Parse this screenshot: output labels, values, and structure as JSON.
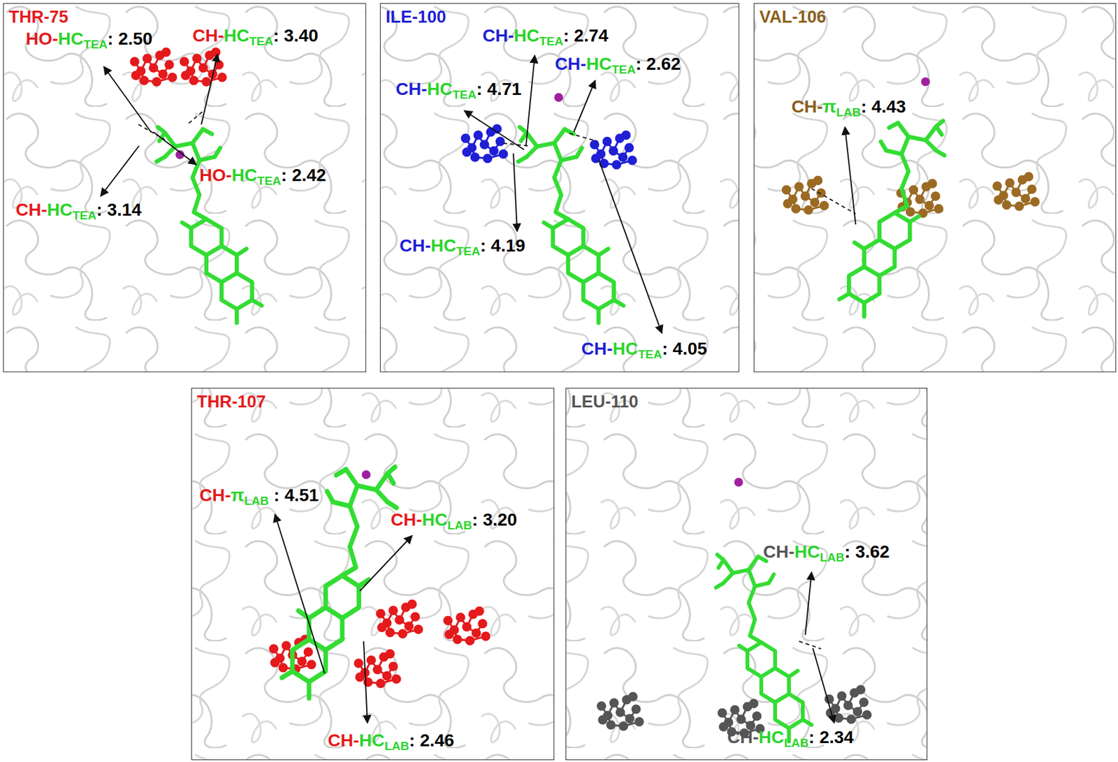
{
  "diagram": {
    "nodes": [
      {
        "text": [
          "THR-75"
        ]
      },
      {
        "text": [
          "ILE-100"
        ]
      },
      {
        "text": [
          "VAL-106"
        ]
      },
      {
        "text": [
          "THR-107"
        ]
      },
      {
        "text": [
          "LEU-110"
        ]
      }
    ],
    "labels": [
      "HO-HCTEA: 2.50",
      "CH-HCTEA: 3.40",
      "HO-HCTEA: 2.42",
      "CH-HCTEA: 3.14",
      "CH-HCTEA: 2.74",
      "CH-HCTEA: 2.62",
      "CH-HCTEA: 4.71",
      "CH-HCTEA: 4.19",
      "CH-HCTEA: 4.05",
      "CH-πLAB: 4.43",
      "CH-πLAB : 4.51",
      "CH-HCLAB: 3.20",
      "CH-HCLAB: 2.46",
      "CH-HCLAB: 3.62",
      "CH-HCLAB: 2.34"
    ]
  }
}
